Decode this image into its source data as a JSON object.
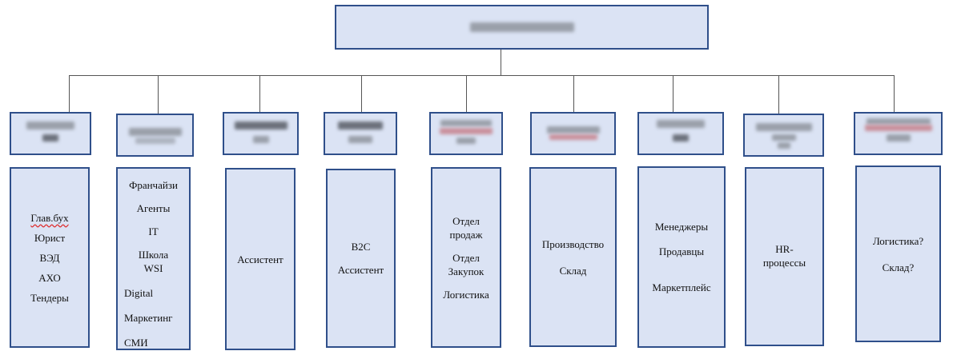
{
  "top": {
    "title": ""
  },
  "departments": [
    {
      "header": "",
      "items": [
        "Глав.бух",
        "Юрист",
        "ВЭД",
        "АХО",
        "Тендеры"
      ]
    },
    {
      "header": "",
      "items": [
        "Франчайзи",
        "Агенты",
        "IT",
        "Школа WSI",
        "Digital",
        "Маркетинг",
        "СМИ"
      ]
    },
    {
      "header": "",
      "items": [
        "Ассистент"
      ]
    },
    {
      "header": "",
      "items": [
        "B2C",
        "Ассистент"
      ]
    },
    {
      "header": "",
      "items": [
        "Отдел продаж",
        "Отдел Закупок",
        "Логистика"
      ]
    },
    {
      "header": "",
      "items": [
        "Производство",
        "Склад"
      ]
    },
    {
      "header": "",
      "items": [
        "Менеджеры",
        "Продавцы",
        "Маркетплейс"
      ]
    },
    {
      "header": "",
      "items": [
        "HR-процессы"
      ]
    },
    {
      "header": "",
      "items": [
        "Логистика?",
        "Склад?"
      ]
    }
  ],
  "colors": {
    "box_fill": "#dbe3f4",
    "box_border": "#2f4f8a",
    "connector": "#555555"
  }
}
